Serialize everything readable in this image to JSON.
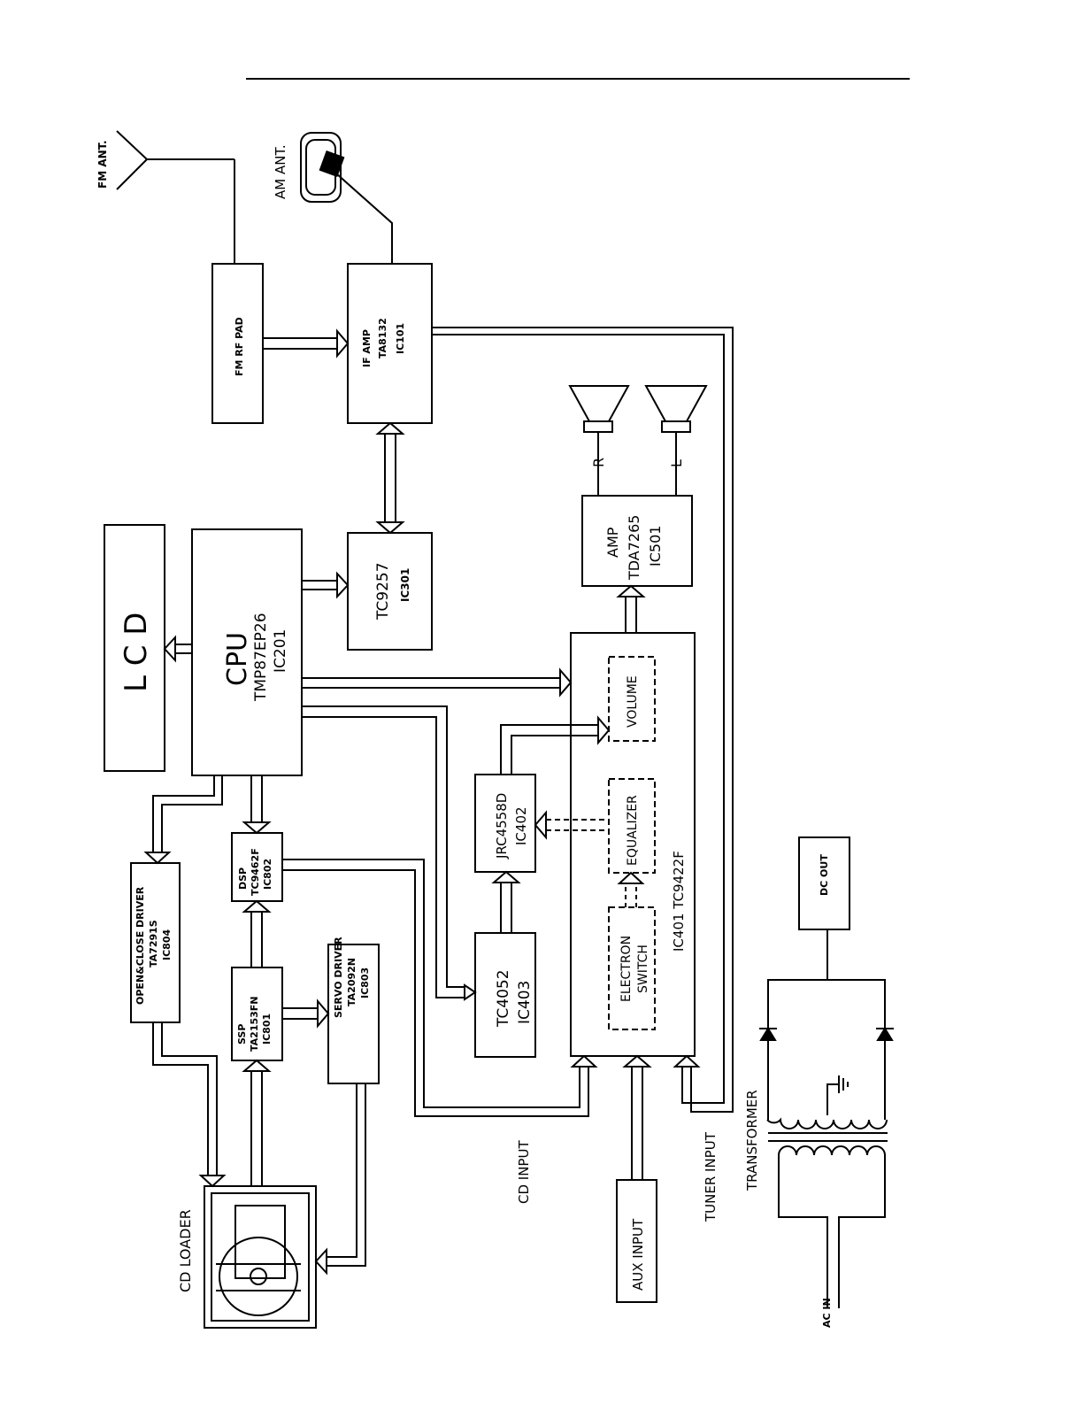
{
  "blocks": {
    "fm_rf_pad": "FM RF PAD",
    "if_amp": [
      "IF AMP",
      "TA8132",
      "IC101"
    ],
    "lcd": "L C D",
    "cpu": [
      "CPU",
      "TMP87EP26",
      "IC201"
    ],
    "tc9257": [
      "TC9257",
      "IC301"
    ],
    "amp": [
      "AMP",
      "TDA7265",
      "IC501"
    ],
    "open_close": [
      "OPEN&CLOSE DRIVER",
      "TA7291S",
      "IC804"
    ],
    "dsp": [
      "DSP",
      "TC9462F",
      "IC802"
    ],
    "ssp": [
      "SSP",
      "TA2153FN",
      "IC801"
    ],
    "servo": [
      "SERVO DRIVER",
      "TA2092N",
      "IC803"
    ],
    "jrc": [
      "JRC4558D",
      "IC402"
    ],
    "tc4052": [
      "TC4052",
      "IC403"
    ],
    "tc9422": "IC401   TC9422F",
    "volume": "VOLUME",
    "equalizer": "EQUALIZER",
    "electron_switch": [
      "ELECTRON",
      "SWITCH"
    ],
    "dc_out": "DC OUT"
  },
  "labels": {
    "fm_ant": "FM ANT.",
    "am_ant": "AM ANT.",
    "cd_loader": "CD LOADER",
    "cd_input": "CD INPUT",
    "aux_input": "AUX INPUT",
    "tuner_input": "TUNER INPUT",
    "transformer": "TRANSFORMER",
    "ac_in": "AC IN",
    "speaker_r": "R",
    "speaker_l": "L"
  }
}
